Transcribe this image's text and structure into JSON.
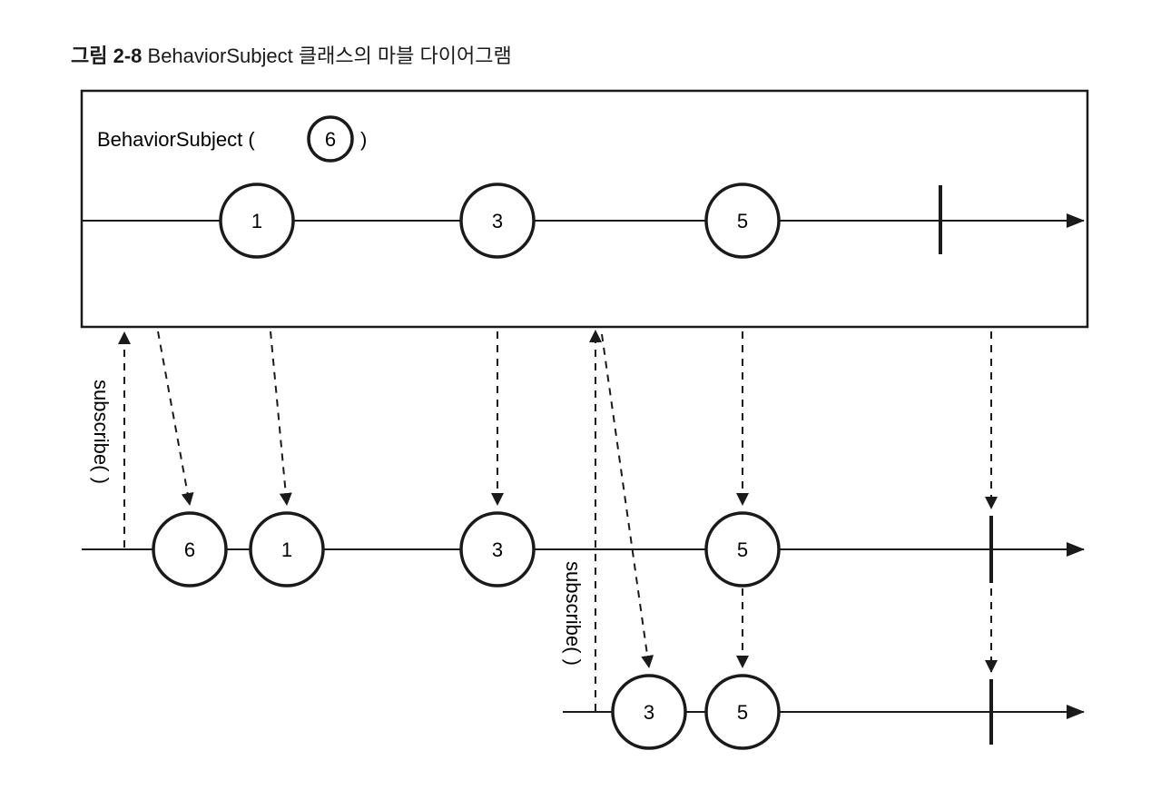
{
  "caption": {
    "number": "그림 2-8",
    "text": "BehaviorSubject 클래스의 마블 다이어그램"
  },
  "subject": {
    "label": "BehaviorSubject (",
    "initial_value": "6",
    "label_close": ")",
    "emissions": [
      "1",
      "3",
      "5"
    ],
    "has_completion": true
  },
  "subscriber_1": {
    "subscribe_label": "subscribe( )",
    "received": [
      "6",
      "1",
      "3",
      "5"
    ],
    "has_completion": true
  },
  "subscriber_2": {
    "subscribe_label": "subscribe( )",
    "received": [
      "3",
      "5"
    ],
    "has_completion": true
  },
  "colors": {
    "stroke": "#1a1a1a",
    "background": "#ffffff"
  }
}
